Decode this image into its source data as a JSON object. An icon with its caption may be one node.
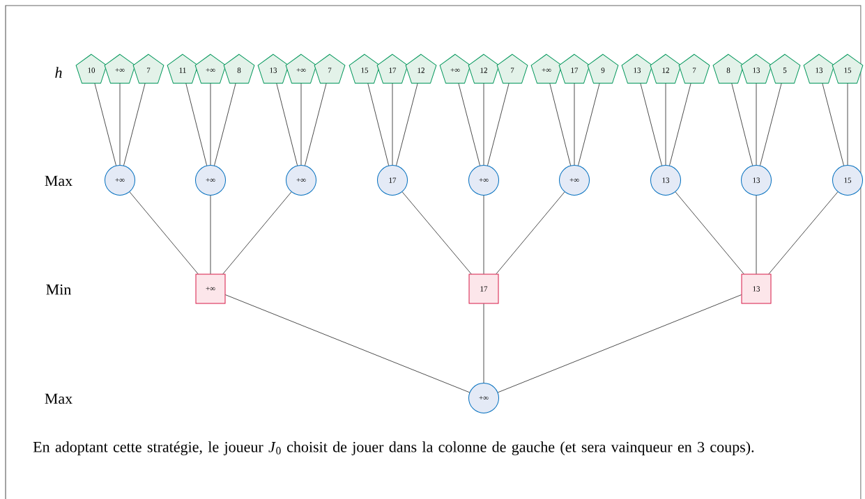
{
  "diagram": {
    "caption": "En adoptant cette stratégie, le joueur *J*$_{0}$ choisit de jouer dans la colonne de gauche (et sera vainqueur en 3 coups).",
    "nodes": [
      {
        "text": [
          "10"
        ]
      },
      {
        "text": [
          "+∞"
        ]
      },
      {
        "text": [
          "7"
        ]
      },
      {
        "text": [
          "11"
        ]
      },
      {
        "text": [
          "+∞"
        ]
      },
      {
        "text": [
          "8"
        ]
      },
      {
        "text": [
          "13"
        ]
      },
      {
        "text": [
          "+∞"
        ]
      },
      {
        "text": [
          "7"
        ]
      },
      {
        "text": [
          "15"
        ]
      },
      {
        "text": [
          "17"
        ]
      },
      {
        "text": [
          "12"
        ]
      },
      {
        "text": [
          "+∞"
        ]
      },
      {
        "text": [
          "12"
        ]
      },
      {
        "text": [
          "7"
        ]
      },
      {
        "text": [
          "+∞"
        ]
      },
      {
        "text": [
          "17"
        ]
      },
      {
        "text": [
          "9"
        ]
      },
      {
        "text": [
          "13"
        ]
      },
      {
        "text": [
          "12"
        ]
      },
      {
        "text": [
          "7"
        ]
      },
      {
        "text": [
          "8"
        ]
      },
      {
        "text": [
          "13"
        ]
      },
      {
        "text": [
          "5"
        ]
      },
      {
        "text": [
          "13"
        ]
      },
      {
        "text": [
          "15"
        ]
      },
      {
        "text": [
          "+∞"
        ]
      },
      {
        "text": [
          "+∞"
        ]
      },
      {
        "text": [
          "+∞"
        ]
      },
      {
        "text": [
          "17"
        ]
      },
      {
        "text": [
          "+∞"
        ]
      },
      {
        "text": [
          "+∞"
        ]
      },
      {
        "text": [
          "13"
        ]
      },
      {
        "text": [
          "13"
        ]
      },
      {
        "text": [
          "15"
        ]
      },
      {
        "text": [
          "+∞"
        ]
      },
      {
        "text": [
          "17"
        ]
      },
      {
        "text": [
          "13"
        ]
      },
      {
        "text": [
          "+∞"
        ]
      }
    ],
    "edges": [
      {
        "from": 26,
        "to": 0,
        "arrow": "none"
      },
      {
        "from": 26,
        "to": 1,
        "arrow": "none"
      },
      {
        "from": 26,
        "to": 2,
        "arrow": "none"
      },
      {
        "from": 27,
        "to": 3,
        "arrow": "none"
      },
      {
        "from": 27,
        "to": 4,
        "arrow": "none"
      },
      {
        "from": 27,
        "to": 5,
        "arrow": "none"
      },
      {
        "from": 28,
        "to": 6,
        "arrow": "none"
      },
      {
        "from": 28,
        "to": 7,
        "arrow": "none"
      },
      {
        "from": 28,
        "to": 8,
        "arrow": "none"
      },
      {
        "from": 29,
        "to": 9,
        "arrow": "none"
      },
      {
        "from": 29,
        "to": 10,
        "arrow": "none"
      },
      {
        "from": 29,
        "to": 11,
        "arrow": "none"
      },
      {
        "from": 30,
        "to": 12,
        "arrow": "none"
      },
      {
        "from": 30,
        "to": 13,
        "arrow": "none"
      },
      {
        "from": 30,
        "to": 14,
        "arrow": "none"
      },
      {
        "from": 31,
        "to": 15,
        "arrow": "none"
      },
      {
        "from": 31,
        "to": 16,
        "arrow": "none"
      },
      {
        "from": 31,
        "to": 17,
        "arrow": "none"
      },
      {
        "from": 32,
        "to": 18,
        "arrow": "none"
      },
      {
        "from": 32,
        "to": 19,
        "arrow": "none"
      },
      {
        "from": 32,
        "to": 20,
        "arrow": "none"
      },
      {
        "from": 33,
        "to": 21,
        "arrow": "none"
      },
      {
        "from": 33,
        "to": 22,
        "arrow": "none"
      },
      {
        "from": 33,
        "to": 23,
        "arrow": "none"
      },
      {
        "from": 34,
        "to": 24,
        "arrow": "none"
      },
      {
        "from": 34,
        "to": 25,
        "arrow": "none"
      },
      {
        "from": 35,
        "to": 26,
        "arrow": "none"
      },
      {
        "from": 35,
        "to": 27,
        "arrow": "none"
      },
      {
        "from": 35,
        "to": 28,
        "arrow": "none"
      },
      {
        "from": 36,
        "to": 29,
        "arrow": "none"
      },
      {
        "from": 36,
        "to": 30,
        "arrow": "none"
      },
      {
        "from": 36,
        "to": 31,
        "arrow": "none"
      },
      {
        "from": 37,
        "to": 32,
        "arrow": "none"
      },
      {
        "from": 37,
        "to": 33,
        "arrow": "none"
      },
      {
        "from": 37,
        "to": 34,
        "arrow": "none"
      },
      {
        "from": 38,
        "to": 35,
        "arrow": "none"
      },
      {
        "from": 38,
        "to": 36,
        "arrow": "none"
      },
      {
        "from": 38,
        "to": 37,
        "arrow": "none"
      }
    ],
    "labels": [
      "h",
      "Max",
      "Min",
      "Max"
    ]
  }
}
